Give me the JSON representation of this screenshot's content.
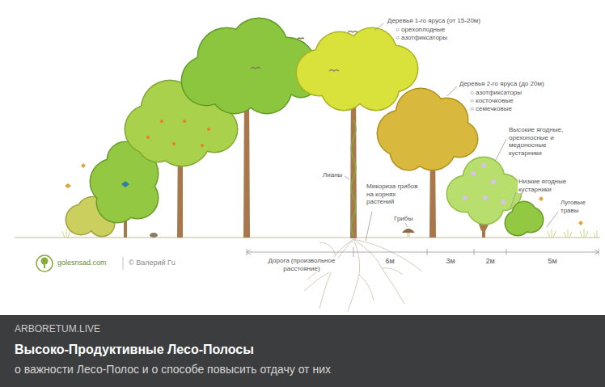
{
  "diagram": {
    "title": "Высоко-Продуктивные Лесо-Полосы",
    "caption": "о важности Лесо-Полос и о способе повысить отдачу от них",
    "labels": [
      "Деревья 1-го яруса (от 15-20м)",
      "○ орехоплодные",
      "○ азотфиксаторы",
      "Деревья 2-го яруса (до 20м)",
      "○ азотфиксаторы",
      "○ косточковые",
      "○ семечковые",
      "Высокие ягодные, орехоносные и медоносные кустарники",
      "Низкие ягодные кустарники",
      "Луговые травы",
      "Лианы",
      "Микориза грибов на корнях растений",
      "Грибы",
      "Дорога (произвольное расстояние)",
      "6м",
      "3м",
      "2м",
      "5м",
      "golesnsad.com",
      "© Валерий Гu",
      "ARBORETUM.LIVE"
    ]
  }
}
